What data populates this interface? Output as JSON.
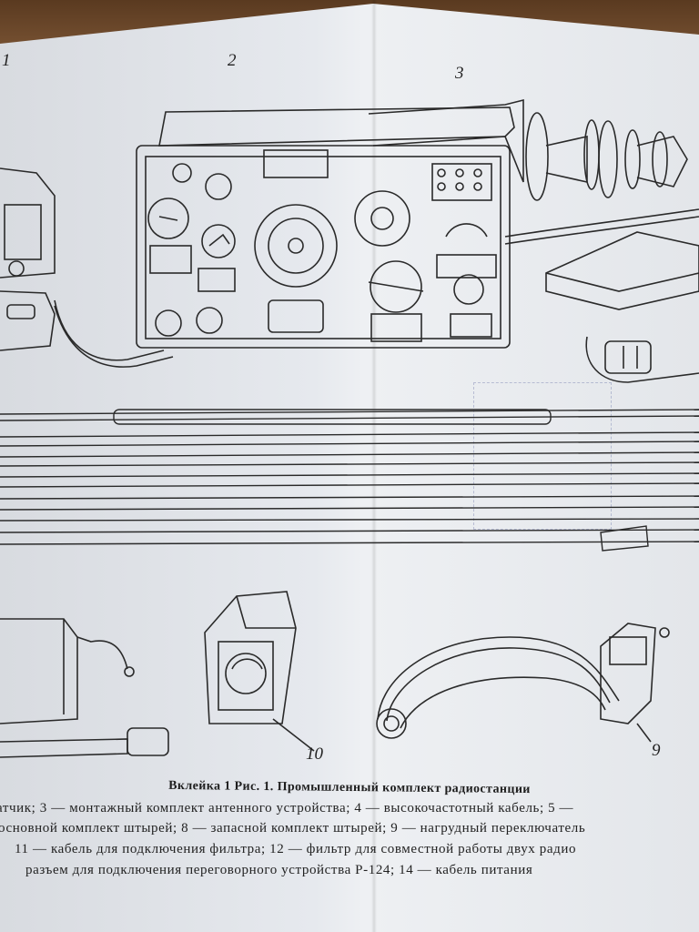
{
  "figure": {
    "callouts": {
      "c1": "1",
      "c2": "2",
      "c3": "3",
      "c9": "9",
      "c10": "10"
    }
  },
  "caption": {
    "title": "Вклейка 1 Рис. 1. Промышленный комплект радиостанции",
    "lines": [
      "атчик; 3 — монтажный комплект антенного устройства; 4 — высокочастотный кабель; 5 —",
      "основной комплект штырей; 8 — запасной комплект штырей; 9 — нагрудный переключатель",
      "11 — кабель для подключения фильтра; 12 — фильтр для совместной работы двух радио",
      "разъем для подключения переговорного устройства Р-124; 14 — кабель питания"
    ]
  }
}
